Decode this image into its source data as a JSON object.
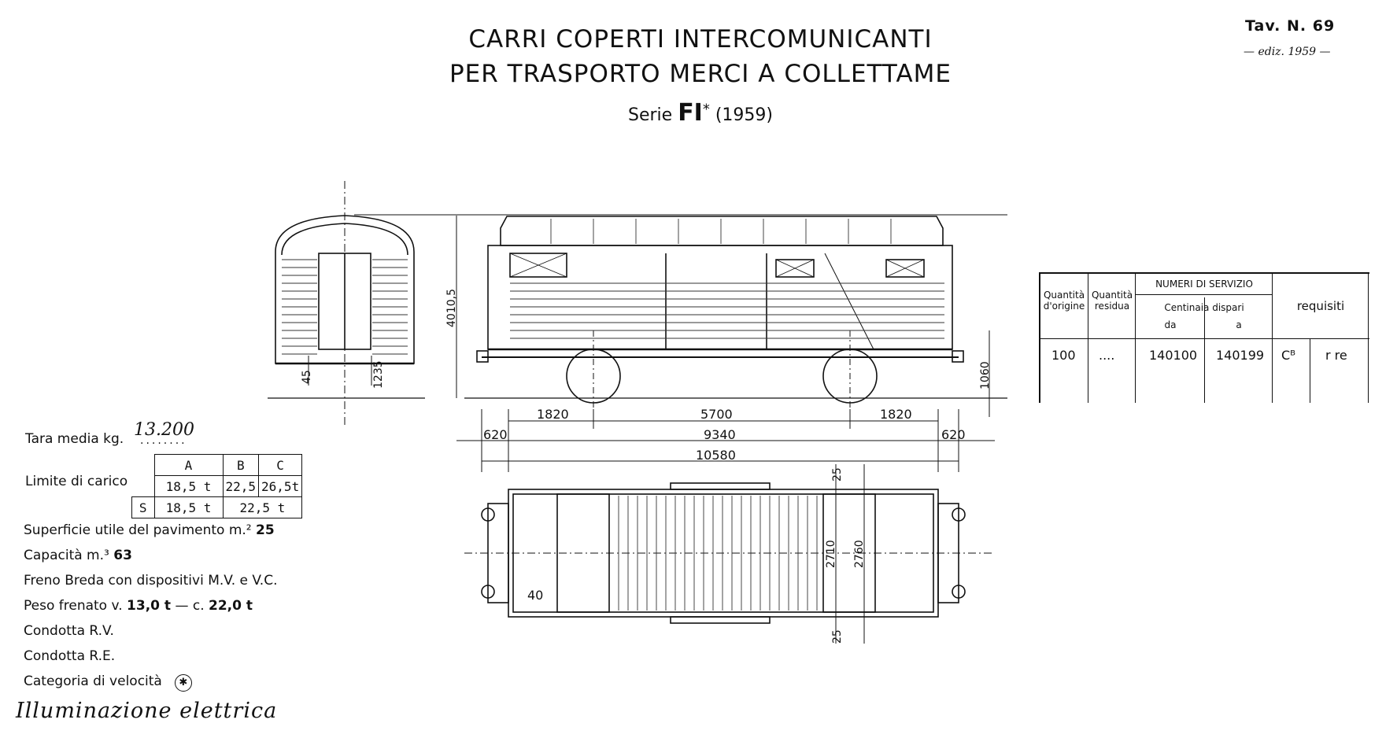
{
  "header": {
    "title_line1": "CARRI COPERTI INTERCOMUNICANTI",
    "title_line2": "PER TRASPORTO MERCI A COLLETTAME",
    "series_label": "Serie",
    "series_code": "FI",
    "series_mark": "*",
    "series_year": "(1959)",
    "tav": "Tav. N. 69",
    "edition": "— ediz. 1959 —"
  },
  "dimensions": {
    "height_total": "4010,5",
    "step_45": "45",
    "buffer_1235": "1235",
    "buffer_1060": "1060",
    "wheelbase_left": "1820",
    "wheelbase_center": "5700",
    "wheelbase_right": "1820",
    "overhang_left": "620",
    "body_length": "9340",
    "overhang_right": "620",
    "total_length": "10580",
    "plan_25_top": "25",
    "plan_25_bottom": "25",
    "plan_2710": "2710",
    "plan_2760": "2760",
    "plan_40": "40"
  },
  "specs": {
    "tara_label": "Tara media kg.",
    "tara_value": "13.200",
    "tara_dots": "........",
    "limit_label": "Limite di carico",
    "load_headers": [
      "A",
      "B",
      "C"
    ],
    "load_row1": [
      "18,5 t",
      "22,5",
      "26,5t"
    ],
    "load_row2_prefix": "S",
    "load_row2": [
      "18,5 t",
      "22,5 t"
    ],
    "superficie_label": "Superficie utile del pavimento m.² ",
    "superficie_value": "25",
    "capacita_label": "Capacità m.³ ",
    "capacita_value": "63",
    "freno": "Freno Breda con dispositivi M.V. e V.C.",
    "peso_label_v": "Peso frenato v. ",
    "peso_v": "13,0 t",
    "peso_sep": " — c. ",
    "peso_c": "22,0 t",
    "condotta_rv": "Condotta R.V.",
    "condotta_re": "Condotta R.E.",
    "categoria": "Categoria di velocità",
    "categoria_icon": "asterisk-circle-icon",
    "handwritten_note": "Illuminazione elettrica"
  },
  "service_table": {
    "col_quantita_origine": "Quantità d'origine",
    "col_quantita_residua": "Quantità residua",
    "col_numeri": "NUMERI DI SERVIZIO",
    "col_centinaia": "Centinaia dispari",
    "col_da": "da",
    "col_a": "a",
    "col_requisiti": "requisiti",
    "row": {
      "origine": "100",
      "residua": "....",
      "da": "140100",
      "a": "140199",
      "req1": "Cᴮ",
      "req2": "r re"
    }
  }
}
